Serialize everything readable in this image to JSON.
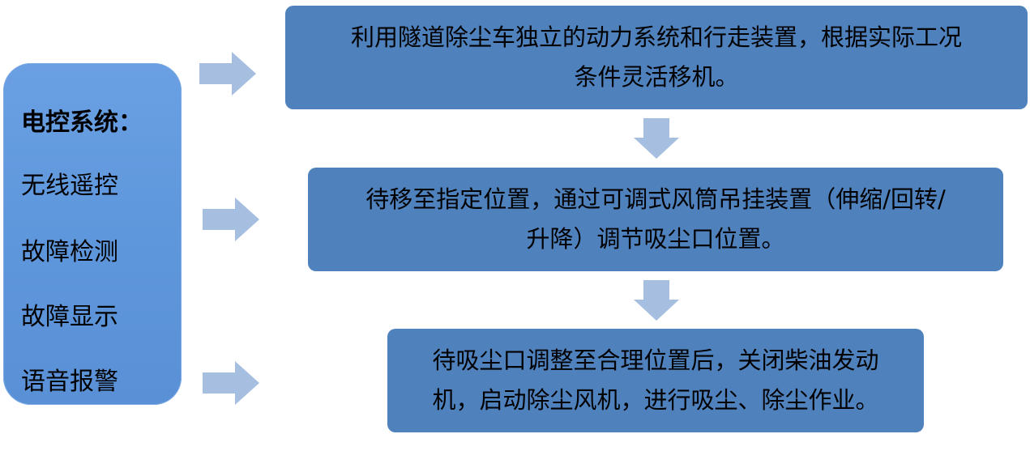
{
  "panel": {
    "title": "电控系统：",
    "items": [
      "无线遥控",
      "故障检测",
      "故障显示",
      "语音报警"
    ]
  },
  "steps": [
    "利用隧道除尘车独立的动力系统和行走装置，根据实际工况\n条件灵活移机。",
    "待移至指定位置，通过可调式风筒吊挂装置（伸缩/回转/\n升降）调节吸尘口位置。",
    "待吸尘口调整至合理位置后，关闭柴油发动\n机，启动除尘风机，进行吸尘、除尘作业。"
  ],
  "colors": {
    "panel": "#5f97dc",
    "box": "#4f81bd",
    "arrow": "#a6bfe0"
  }
}
